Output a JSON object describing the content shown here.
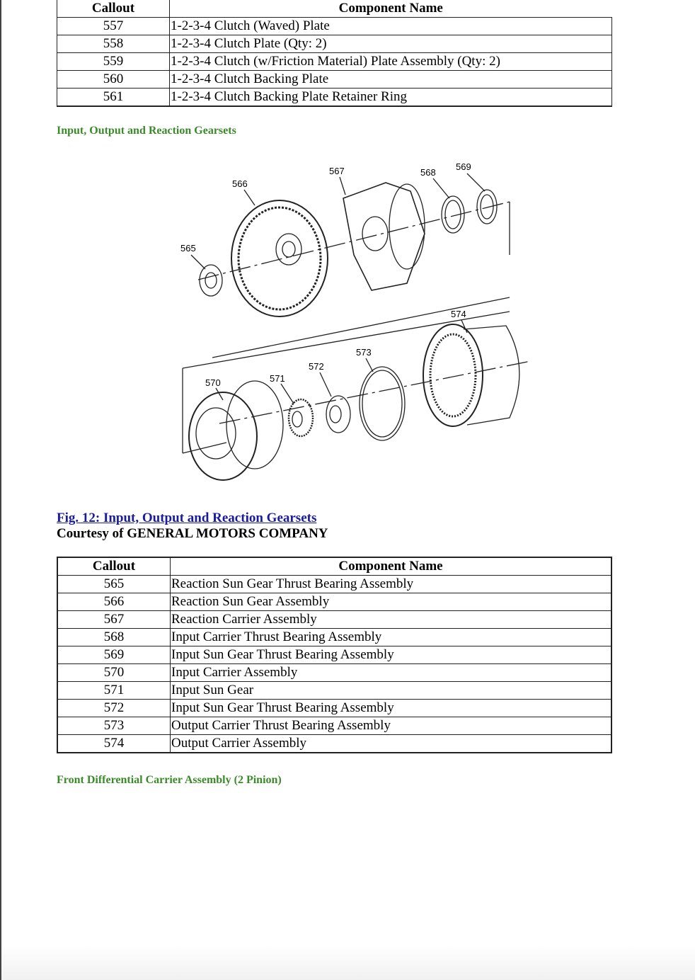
{
  "table1": {
    "headers": {
      "callout": "Callout",
      "name": "Component Name"
    },
    "rows": [
      {
        "callout": "557",
        "name": "1-2-3-4 Clutch (Waved) Plate"
      },
      {
        "callout": "558",
        "name": "1-2-3-4 Clutch Plate (Qty: 2)"
      },
      {
        "callout": "559",
        "name": "1-2-3-4 Clutch (w/Friction Material) Plate Assembly (Qty: 2)"
      },
      {
        "callout": "560",
        "name": "1-2-3-4 Clutch Backing Plate"
      },
      {
        "callout": "561",
        "name": "1-2-3-4 Clutch Backing Plate Retainer Ring"
      }
    ]
  },
  "section1_heading": "Input, Output and Reaction Gearsets",
  "figure": {
    "callouts": [
      "565",
      "566",
      "567",
      "568",
      "569",
      "570",
      "571",
      "572",
      "573",
      "574"
    ],
    "caption_link": "Fig. 12: Input, Output and Reaction Gearsets",
    "courtesy": "Courtesy of GENERAL MOTORS COMPANY"
  },
  "table2": {
    "headers": {
      "callout": "Callout",
      "name": "Component Name"
    },
    "rows": [
      {
        "callout": "565",
        "name": "Reaction Sun Gear Thrust Bearing Assembly"
      },
      {
        "callout": "566",
        "name": "Reaction Sun Gear Assembly"
      },
      {
        "callout": "567",
        "name": "Reaction Carrier Assembly"
      },
      {
        "callout": "568",
        "name": "Input Carrier Thrust Bearing Assembly"
      },
      {
        "callout": "569",
        "name": "Input Sun Gear Thrust Bearing Assembly"
      },
      {
        "callout": "570",
        "name": "Input Carrier Assembly"
      },
      {
        "callout": "571",
        "name": "Input Sun Gear"
      },
      {
        "callout": "572",
        "name": "Input Sun Gear Thrust Bearing Assembly"
      },
      {
        "callout": "573",
        "name": "Output Carrier Thrust Bearing Assembly"
      },
      {
        "callout": "574",
        "name": "Output Carrier Assembly"
      }
    ]
  },
  "section2_heading": "Front Differential Carrier Assembly (2 Pinion)"
}
